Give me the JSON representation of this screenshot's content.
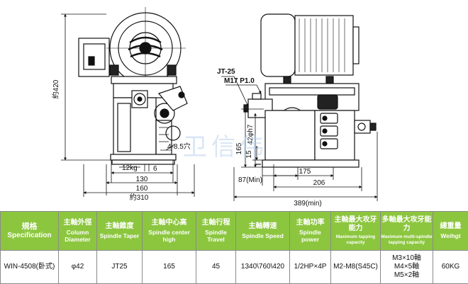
{
  "drawing": {
    "dims": {
      "height_420": "約420",
      "d130": "130",
      "d160": "160",
      "d310": "約310",
      "kg": "12kg",
      "slot": "4-8.5穴",
      "six": "6",
      "jt": "JT-25",
      "m17": "M17  P1.0",
      "phi42": "42φh7",
      "d165": "165",
      "d15": "15",
      "d87": "87(Min)",
      "d175": "175",
      "d206": "206",
      "d389": "389(min)"
    },
    "watermark": "卫信伟"
  },
  "table": {
    "headers": [
      {
        "zh": "規格",
        "en": "Specification"
      },
      {
        "zh": "主軸外徑",
        "en": "Column Diameter"
      },
      {
        "zh": "主軸錐度",
        "en": "Spindle Taper"
      },
      {
        "zh": "主軸中心高",
        "en": "Spindle center high"
      },
      {
        "zh": "主軸行程",
        "en": "Spindle Travel"
      },
      {
        "zh": "主軸轉速",
        "en": "Spindle Speed"
      },
      {
        "zh": "主軸功率",
        "en": "Spindle power"
      },
      {
        "zh": "主軸最大攻牙能力",
        "en": "Maximum tapping capacity"
      },
      {
        "zh": "多軸最大攻牙能力",
        "en": "Maximum multi-spindle tapping capacity"
      },
      {
        "zh": "總重量",
        "en": "Weihgt"
      }
    ],
    "row": {
      "model": "WIN-4508(卧式)",
      "diameter": "φ42",
      "taper": "JT25",
      "center": "165",
      "travel": "45",
      "speed": "1340\\760\\420",
      "power": "1/2HP×4P",
      "max_tap": "M2-M8(S45C)",
      "multi_tap": [
        "M3×10軸",
        "M4×5軸",
        "M5×2軸"
      ],
      "weight": "60KG"
    }
  }
}
